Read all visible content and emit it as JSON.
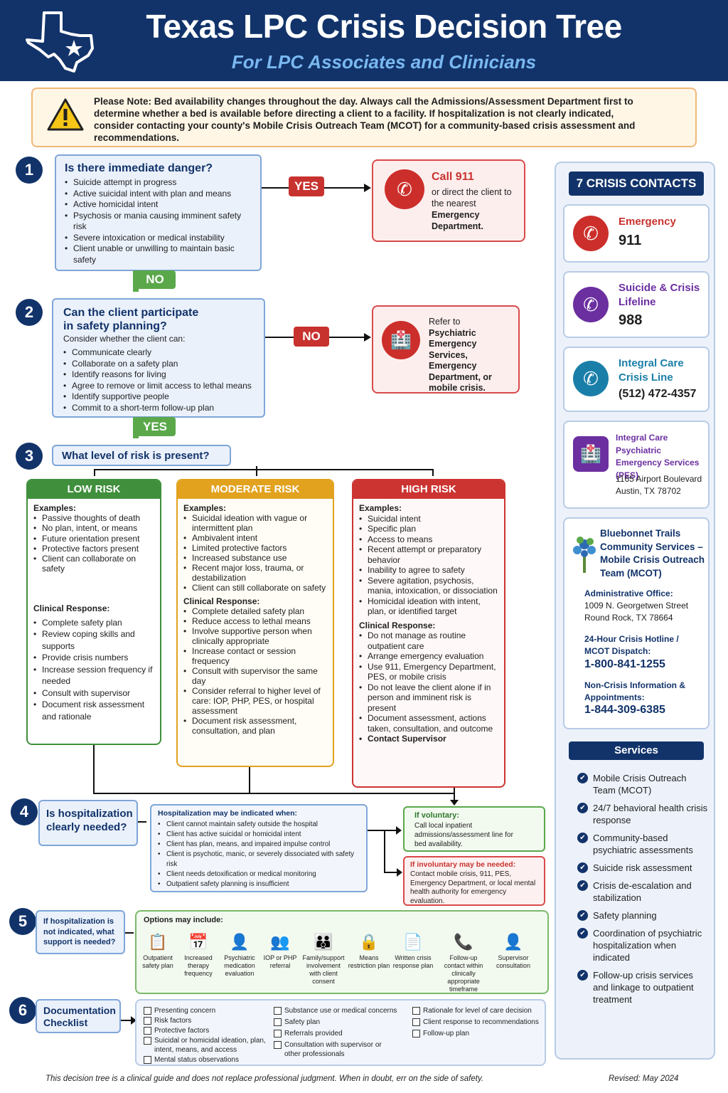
{
  "header": {
    "title": "Texas LPC Crisis Decision Tree",
    "subtitle": "For LPC Associates and Clinicians"
  },
  "note": {
    "text": "Please Note: Bed availability changes throughout the day.  Always call the Admissions/Assessment Department first to determine whether a bed is available before directing a client to a facility. If hospitalization is not clearly indicated, consider contacting your county's Mobile Crisis Outreach Team (MCOT) for a community-based crisis assessment and recommendations."
  },
  "step1": {
    "num": "1",
    "question": "Is there immediate danger?",
    "items": [
      "Suicide attempt in progress",
      "Active suicidal intent with plan and means",
      "Active homicidal intent",
      "Psychosis or mania causing imminent safety risk",
      "Severe intoxication or medical instability",
      "Client unable or unwilling to maintain basic safety"
    ],
    "yes": "YES",
    "no": "NO",
    "action_title": "Call 911",
    "action_text": "or direct the client to the nearest",
    "action_bold": "Emergency Department."
  },
  "step2": {
    "num": "2",
    "question": "Can the client participate in safety planning?",
    "intro": "Consider whether the client can:",
    "items": [
      "Communicate clearly",
      "Collaborate on a safety plan",
      "Identify reasons for living",
      "Agree to remove or limit access to lethal means",
      "Identify supportive people",
      "Commit to a short-term follow-up plan"
    ],
    "no": "NO",
    "yes": "YES",
    "action_text": "Refer to",
    "action_bold": "Psychiatric Emergency Services, Emergency Department, or mobile crisis."
  },
  "step3": {
    "num": "3",
    "question": "What level of risk is present?",
    "low": {
      "title": "LOW RISK",
      "ex_label": "Examples:",
      "examples": [
        "Passive thoughts of death",
        "No plan, intent, or means",
        "Future orientation present",
        "Protective factors present",
        "Client can collaborate on safety"
      ],
      "resp_label": "Clinical Response:",
      "response": [
        "Complete safety plan",
        "Review coping skills and supports",
        "Provide crisis numbers",
        "Increase session frequency if needed",
        "Consult with supervisor",
        "Document risk assessment and rationale"
      ]
    },
    "moderate": {
      "title": "MODERATE RISK",
      "ex_label": "Examples:",
      "examples": [
        "Suicidal ideation with vague or intermittent plan",
        "Ambivalent intent",
        "Limited protective factors",
        "Increased substance use",
        "Recent major loss, trauma, or destabilization",
        "Client can still collaborate on safety"
      ],
      "resp_label": "Clinical Response:",
      "response": [
        "Complete detailed safety plan",
        "Reduce access to lethal means",
        "Involve supportive person when clinically appropriate",
        "Increase contact or session frequency",
        "Consult with supervisor the same day",
        "Consider referral to higher level of care: IOP, PHP, PES, or hospital assessment",
        "Document risk assessment, consultation, and plan"
      ]
    },
    "high": {
      "title": "HIGH RISK",
      "ex_label": "Examples:",
      "examples": [
        "Suicidal intent",
        "Specific plan",
        "Access to means",
        "Recent attempt or preparatory behavior",
        "Inability to agree to safety",
        "Severe agitation, psychosis, mania, intoxication, or dissociation",
        "Homicidal ideation with intent, plan, or identified target"
      ],
      "resp_label": "Clinical Response:",
      "response": [
        "Do not manage as routine outpatient care",
        "Arrange emergency evaluation",
        "Use 911, Emergency Department, PES, or mobile crisis",
        "Do not leave the client alone if in person and imminent risk is present",
        "Document assessment, actions taken, consultation, and outcome",
        "Contact Supervisor"
      ]
    }
  },
  "step4": {
    "num": "4",
    "question": "Is hospitalization clearly needed?",
    "crit_title": "Hospitalization may be indicated when:",
    "criteria": [
      "Client cannot maintain safety outside the hospital",
      "Client has active suicidal or homicidal intent",
      "Client has plan, means, and impaired impulse control",
      "Client is psychotic, manic, or severely dissociated with safety risk",
      "Client needs detoxification or medical monitoring",
      "Outpatient safety planning is insufficient"
    ],
    "vol_title": "If voluntary:",
    "vol_text": "Call local inpatient admissions/assessment line for bed availability.",
    "invol_title": "If involuntary may be needed:",
    "invol_text": "Contact mobile crisis, 911, PES, Emergency Department, or local mental health authority for emergency evaluation."
  },
  "step5": {
    "num": "5",
    "question": "If hospitalization is not indicated, what support is needed?",
    "opt_title": "Options may include:",
    "options": [
      {
        "icon": "clipboard-icon",
        "glyph": "📋",
        "label": "Outpatient safety plan"
      },
      {
        "icon": "calendar-icon",
        "glyph": "📅",
        "label": "Increased therapy frequency"
      },
      {
        "icon": "person-icon",
        "glyph": "👤",
        "label": "Psychiatric medication evaluation"
      },
      {
        "icon": "group-icon",
        "glyph": "👥",
        "label": "IOP or PHP referral"
      },
      {
        "icon": "family-icon",
        "glyph": "👪",
        "label": "Family/support involvement with client consent"
      },
      {
        "icon": "lock-icon",
        "glyph": "🔒",
        "label": "Means restriction plan"
      },
      {
        "icon": "document-icon",
        "glyph": "📄",
        "label": "Written crisis response plan"
      },
      {
        "icon": "phone-icon",
        "glyph": "📞",
        "label": "Follow-up contact within clinically appropriate timeframe"
      },
      {
        "icon": "supervisor-icon",
        "glyph": "👤",
        "label": "Supervisor consultation"
      }
    ]
  },
  "step6": {
    "num": "6",
    "question": "Documentation Checklist",
    "col1": [
      "Presenting concern",
      "Risk factors",
      "Protective factors",
      "Suicidal or homicidal ideation, plan, intent, means, and access",
      "Mental status observations"
    ],
    "col2": [
      "Substance use or medical concerns",
      "Safety plan",
      "Referrals provided",
      "Consultation with supervisor or other professionals"
    ],
    "col3": [
      "Rationale for level of care decision",
      "Client response to recommendations",
      "Follow-up plan"
    ]
  },
  "sidebar": {
    "title": "7 CRISIS CONTACTS",
    "emergency": {
      "label": "Emergency",
      "number": "911"
    },
    "lifeline": {
      "label": "Suicide & Crisis Lifeline",
      "number": "988"
    },
    "integral": {
      "label": "Integral Care Crisis Line",
      "number": "(512) 472-4357"
    },
    "pes": {
      "label": "Integral Care Psychiatric Emergency Services (PES)",
      "addr1": "1165 Airport Boulevard",
      "addr2": "Austin, TX 78702"
    },
    "mcot": {
      "label": "Bluebonnet Trails Community Services – Mobile Crisis Outreach Team (MCOT)",
      "admin_label": "Administrative Office:",
      "admin1": "1009 N. Georgetwen Street",
      "admin2": "Round Rock, TX 78664",
      "hotline_label": "24-Hour Crisis Hotline / MCOT Dispatch:",
      "hotline": "1-800-841-1255",
      "noncrisis_label": "Non-Crisis Information & Appointments:",
      "noncrisis": "1-844-309-6385"
    },
    "services_title": "Services",
    "services": [
      "Mobile Crisis Outreach Team (MCOT)",
      "24/7 behavioral health crisis response",
      "Community-based psychiatric assessments",
      "Suicide risk assessment",
      "Crisis de-escalation and stabilization",
      "Safety planning",
      "Coordination of psychiatric hospitalization when indicated",
      "Follow-up crisis services and linkage to outpatient treatment"
    ]
  },
  "footer": {
    "disclaimer": "This decision tree is a clinical guide and does not replace professional judgment. When in doubt, err on the side of safety.",
    "revised": "Revised: May 2024"
  },
  "colors": {
    "navy": "#12336a",
    "low": "#3f8f3c",
    "moderate": "#e2a21e",
    "high": "#cc3431"
  }
}
